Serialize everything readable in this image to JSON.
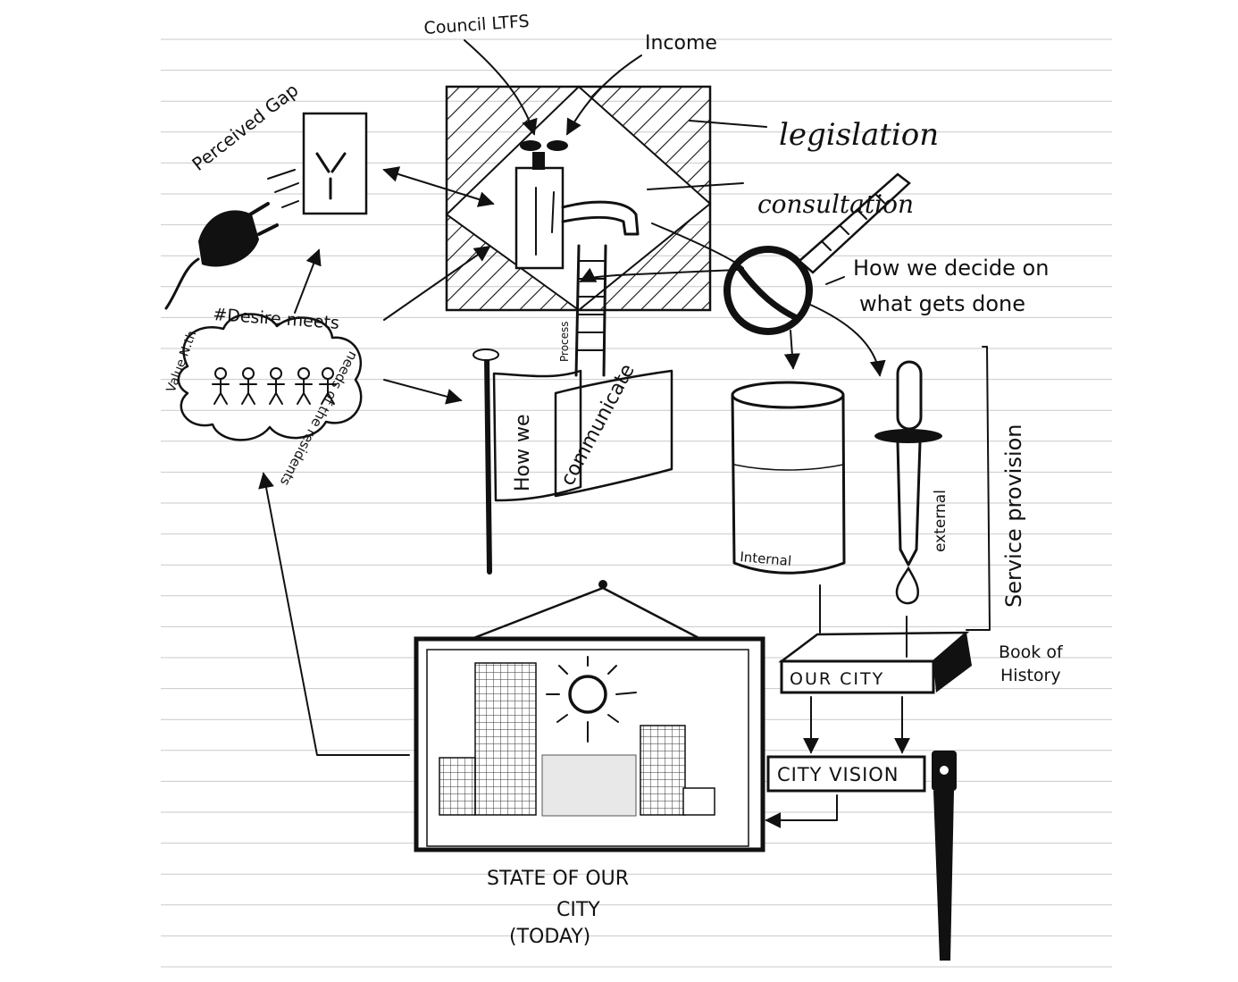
{
  "labels": {
    "council": "Council LTFS",
    "income": "Income",
    "legislation": "legislation",
    "consultation": "consultation",
    "decide_line1": "How we decide on",
    "decide_line2": "what gets done",
    "perceived_gap": "Perceived Gap",
    "desire": "#Desire meets",
    "needs": "needs of the residents",
    "value": "Value N.th",
    "process": "Process",
    "how_we": "How we",
    "communicate": "communicate",
    "internal": "Internal",
    "external": "external",
    "service_provision": "Service provision",
    "our_city": "OUR CITY",
    "book_line1": "Book of",
    "book_line2": "History",
    "city_vision": "CITY VISION",
    "state_line1": "STATE OF OUR",
    "state_line2": "CITY",
    "state_line3": "(TODAY)"
  },
  "colors": {
    "ink": "#111111",
    "paper": "#ffffff",
    "ruled_line": "#c9c9c9"
  },
  "icons": [
    "plug-icon",
    "power-socket-icon",
    "tap-icon",
    "ladder-icon",
    "flag-icon",
    "magnifying-glass-icon",
    "glass-jar-icon",
    "dropper-icon",
    "book-icon",
    "signpost-icon",
    "framed-picture-icon",
    "people-cloud-icon"
  ]
}
